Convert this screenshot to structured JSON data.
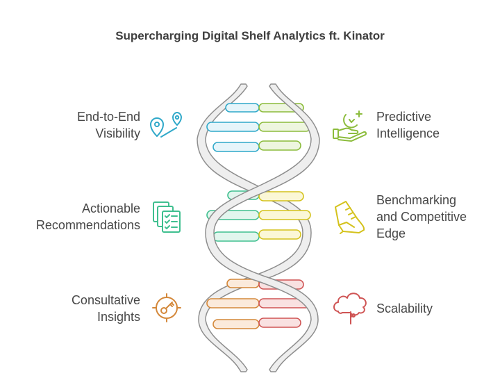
{
  "title": "Supercharging Digital Shelf Analytics ft. Kinator",
  "features": [
    {
      "id": "visibility",
      "lines": [
        "End-to-End",
        "Visibility"
      ],
      "icon": "map-pin-icon",
      "color": "#2fa8c9",
      "side": "left"
    },
    {
      "id": "predictive",
      "lines": [
        "Predictive",
        "Intelligence"
      ],
      "icon": "hand-lightbulb-icon",
      "color": "#8cbc3c",
      "side": "right"
    },
    {
      "id": "actionable",
      "lines": [
        "Actionable",
        "Recommendations"
      ],
      "icon": "checklist-icon",
      "color": "#3fbf8f",
      "side": "left"
    },
    {
      "id": "benchmarking",
      "lines": [
        "Benchmarking",
        "and Competitive",
        "Edge"
      ],
      "icon": "sneaker-icon",
      "color": "#d4c21c",
      "side": "right"
    },
    {
      "id": "consultative",
      "lines": [
        "Consultative",
        "Insights"
      ],
      "icon": "target-key-icon",
      "color": "#d4883a",
      "side": "left"
    },
    {
      "id": "scalability",
      "lines": [
        "Scalability"
      ],
      "icon": "cloud-icon",
      "color": "#cf5454",
      "side": "right"
    }
  ]
}
